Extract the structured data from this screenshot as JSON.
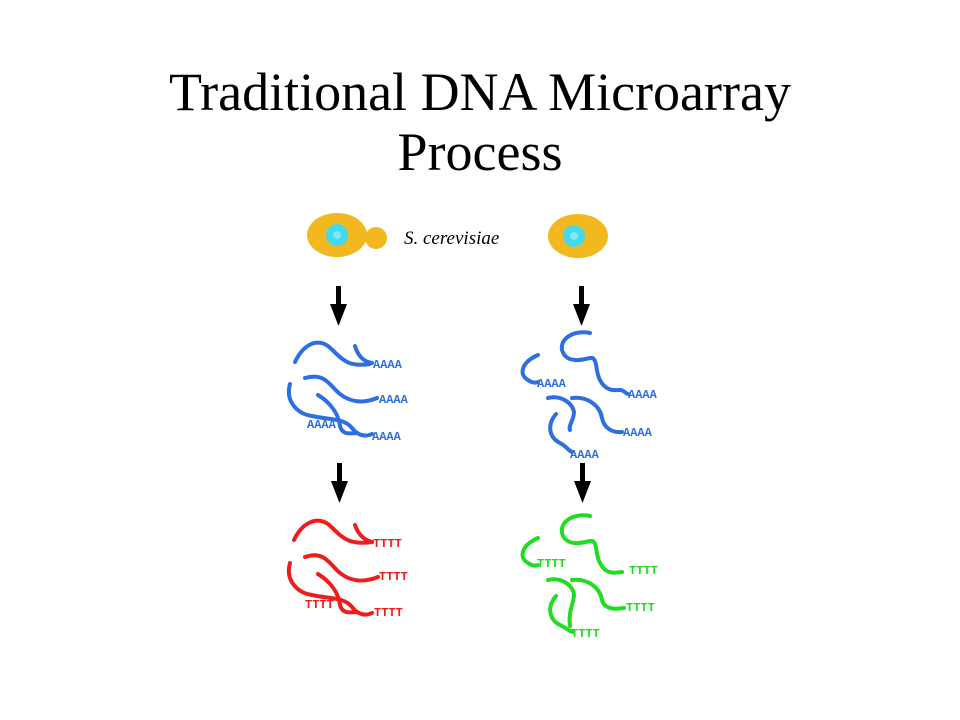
{
  "title": {
    "line1": "Traditional DNA Microarray",
    "line2": "Process"
  },
  "diagram": {
    "organism_label": "S. cerevisiae",
    "polyA_label": "AAAA",
    "polyT_label": "TTTT",
    "colors": {
      "cell": "#F2B81F",
      "nucleus": "#44D7F0",
      "mrna": "#2D6FE0",
      "cdna_red": "#EE1C1C",
      "cdna_green": "#21DD21",
      "arrow": "#000000"
    },
    "icons": [
      "yeast-cell-budding-icon",
      "yeast-cell-icon",
      "down-arrow-icon"
    ]
  }
}
